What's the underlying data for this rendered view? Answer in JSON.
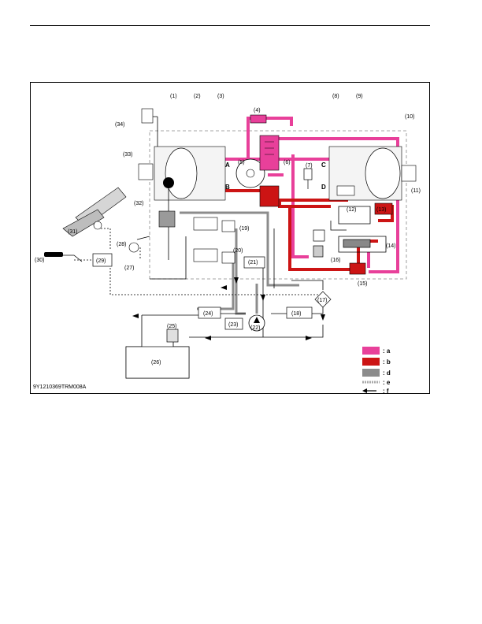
{
  "diagram": {
    "caption": "9Y1210369TRM008A",
    "part_labels": [
      "(1)",
      "(2)",
      "(3)",
      "(4)",
      "(5)",
      "(6)",
      "(7)",
      "(8)",
      "(9)",
      "(10)",
      "(11)",
      "(12)",
      "(13)",
      "(14)",
      "(15)",
      "(16)",
      "(17)",
      "(18)",
      "(19)",
      "(20)",
      "(21)",
      "(22)",
      "(23)",
      "(24)",
      "(25)",
      "(26)",
      "(27)",
      "(28)",
      "(29)",
      "(30)",
      "(31)",
      "(32)",
      "(33)",
      "(34)"
    ],
    "port_labels": {
      "A": "A",
      "B": "B",
      "C": "C",
      "D": "D"
    },
    "legend": [
      {
        "key": ": a",
        "color": "#e8409a"
      },
      {
        "key": ": b",
        "color": "#cc1414"
      },
      {
        "key": ": d",
        "color": "#8c8c8c"
      },
      {
        "key": ": e",
        "color": "#aaaaaa"
      },
      {
        "key": ": f",
        "color": "#000000"
      }
    ]
  }
}
